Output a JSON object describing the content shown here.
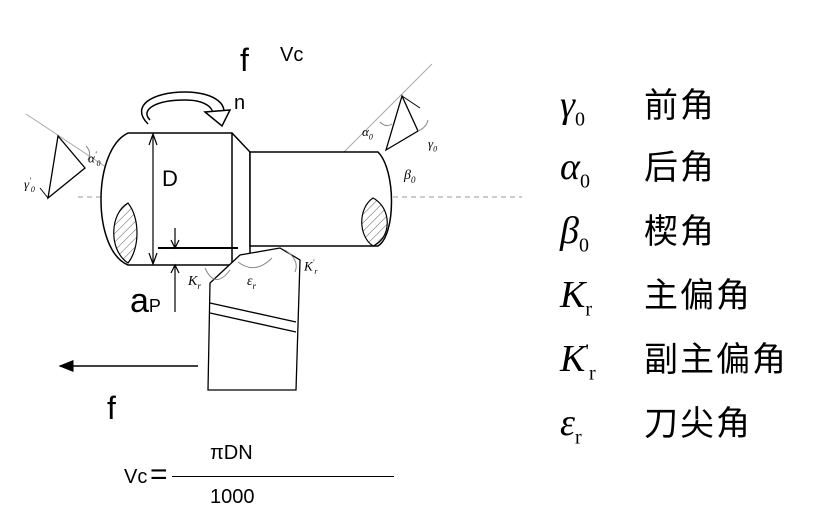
{
  "labels": {
    "f_top": "f",
    "vc_top": "Vc",
    "n": "n",
    "D": "D",
    "ap_main": "a",
    "ap_sub": "P",
    "f_bottom": "f",
    "kr_base": "K",
    "kr_sub": "r",
    "er_base": "ε",
    "er_sub": "r",
    "krp_base": "K",
    "krp_sub": "r",
    "krp_sup": "'",
    "a0_right_base": "α",
    "a0_right_sub": "0",
    "g0_right_base": "γ",
    "g0_right_sub": "0",
    "b0_base": "β",
    "b0_sub": "0",
    "a0_left_base": "α",
    "a0_left_sub": "0",
    "a0_left_sup": "'",
    "g0_left_base": "γ",
    "g0_left_sub": "0",
    "g0_left_sup": "'"
  },
  "formula": {
    "lhs": "Vc",
    "equals": "=",
    "numerator": "πDN",
    "denominator": "1000"
  },
  "legend": [
    {
      "base": "γ",
      "sub": "0",
      "sup": "",
      "name": "前角"
    },
    {
      "base": "α",
      "sub": "0",
      "sup": "",
      "name": "后角"
    },
    {
      "base": "β",
      "sub": "0",
      "sup": "",
      "name": "楔角"
    },
    {
      "base": "K",
      "sub": "r",
      "sup": "",
      "name": "主偏角"
    },
    {
      "base": "K",
      "sub": "r",
      "sup": "'",
      "name": "副主偏角"
    },
    {
      "base": "ε",
      "sub": "r",
      "sup": "",
      "name": "刀尖角"
    }
  ]
}
